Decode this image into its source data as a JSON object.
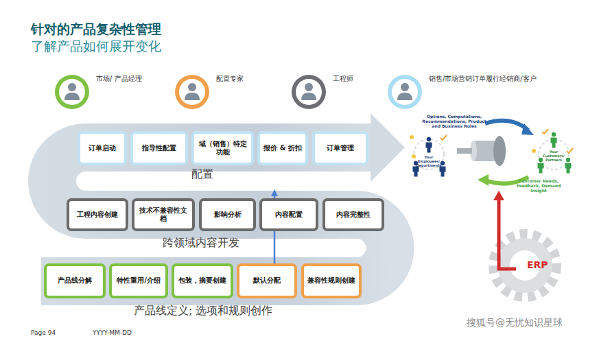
{
  "diagram": {
    "title": "针对的产品复杂性管理",
    "nodes": [
      {
        "text": [
          "市场/ 产品经理"
        ]
      },
      {
        "text": [
          "配置专家"
        ]
      },
      {
        "text": [
          "工程师"
        ]
      },
      {
        "text": [
          "销售/市场营销订单履行经销商/客户"
        ]
      },
      {
        "text": [
          "订单启动"
        ]
      },
      {
        "text": [
          "指导性配置"
        ]
      },
      {
        "text": [
          "域（销售）特定功能"
        ]
      },
      {
        "text": [
          "报价 & 折扣"
        ]
      },
      {
        "text": [
          "订单管理"
        ]
      },
      {
        "text": [
          "工程内容创建"
        ]
      },
      {
        "text": [
          "技术不兼容性文档"
        ]
      },
      {
        "text": [
          "影响分析"
        ]
      },
      {
        "text": [
          "内容配置"
        ]
      },
      {
        "text": [
          "内容完整性"
        ]
      },
      {
        "text": [
          "产品线分解"
        ]
      },
      {
        "text": [
          "特性重用/介绍"
        ]
      },
      {
        "text": [
          "包装，摘要创建"
        ]
      },
      {
        "text": [
          "默认分配"
        ]
      },
      {
        "text": [
          "兼容性规则创建"
        ]
      }
    ],
    "labels": [
      "了解产品如何展开变化",
      "配置",
      "跨领域内容开发",
      "产品线定义; 选项和规则创作",
      "Options, Computations, Recommendations, Product and Business Rules",
      "Your Employees/ Departments",
      "Your Customers/ Partners",
      "Customer Needs, Feedback, Demand Insight",
      "ERP",
      "Page 94",
      "YYYY-MM-DD",
      "搜狐号@无忧知识星球"
    ]
  }
}
